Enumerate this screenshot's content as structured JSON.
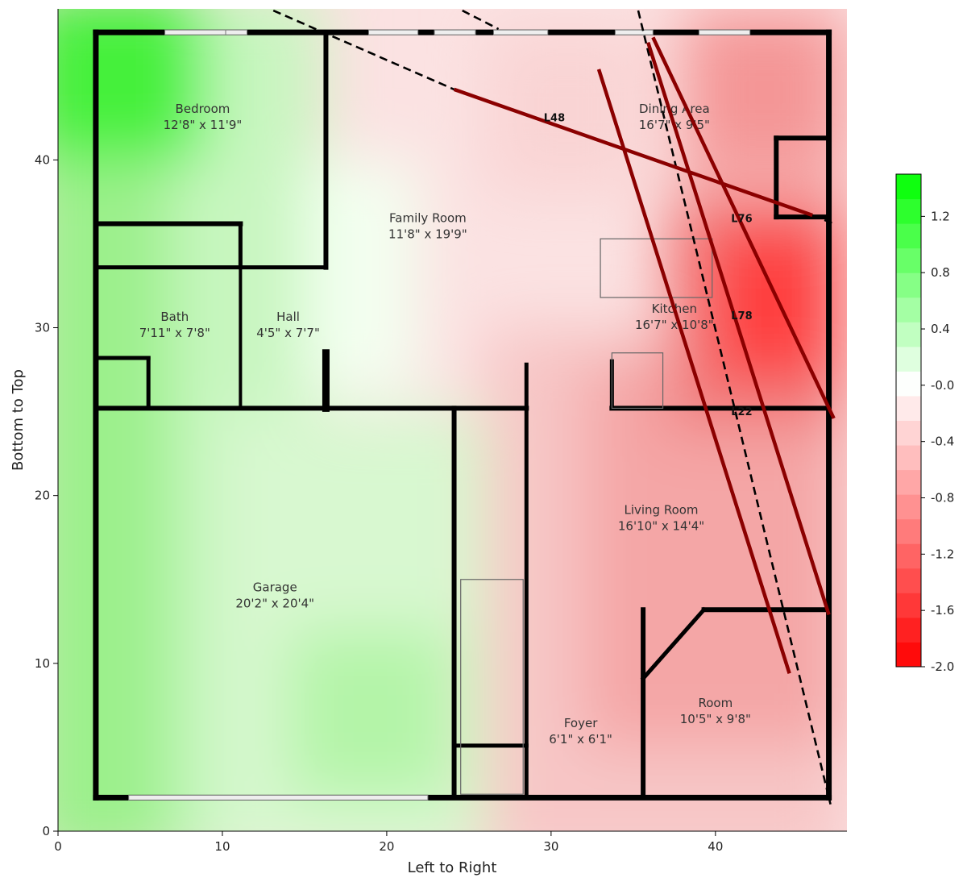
{
  "chart_data": {
    "type": "heatmap",
    "xlabel": "Left to Right",
    "ylabel": "Bottom to Top",
    "xlim": [
      0,
      48
    ],
    "ylim": [
      0,
      49
    ],
    "xticks": [
      0,
      10,
      20,
      30,
      40
    ],
    "yticks": [
      0,
      10,
      20,
      30,
      40
    ],
    "colorbar": {
      "range": [
        -2.0,
        1.5
      ],
      "labels": [
        "1.2",
        "0.8",
        "0.4",
        "-0.0",
        "-0.4",
        "-0.8",
        "-1.2",
        "-1.6",
        "-2.0"
      ],
      "label_values": [
        1.2,
        0.8,
        0.4,
        0.0,
        -0.4,
        -0.8,
        -1.2,
        -1.6,
        -2.0
      ],
      "positive_color": "#00ff00",
      "negative_color": "#ff0000",
      "neutral_color": "#ffffff"
    },
    "rooms": [
      {
        "name": "Bedroom",
        "dims": "12'8\" x 11'9\"",
        "x": 8.8,
        "y": 42.8
      },
      {
        "name": "Family Room",
        "dims": "11'8\" x 19'9\"",
        "x": 22.5,
        "y": 36.3
      },
      {
        "name": "Bath",
        "dims": "7'11\" x 7'8\"",
        "x": 7.1,
        "y": 30.4
      },
      {
        "name": "Hall",
        "dims": "4'5\" x 7'7\"",
        "x": 14.0,
        "y": 30.4
      },
      {
        "name": "Dining Area",
        "dims": "16'7\" x 9'5\"",
        "x": 37.5,
        "y": 42.8
      },
      {
        "name": "Kitchen",
        "dims": "16'7\" x 10'8\"",
        "x": 37.5,
        "y": 30.9
      },
      {
        "name": "Living Room",
        "dims": "16'10\" x 14'4\"",
        "x": 36.7,
        "y": 18.9
      },
      {
        "name": "Garage",
        "dims": "20'2\" x 20'4\"",
        "x": 13.2,
        "y": 14.3
      },
      {
        "name": "Foyer",
        "dims": "6'1\" x 6'1\"",
        "x": 31.8,
        "y": 6.2
      },
      {
        "name": "Room",
        "dims": "10'5\" x 9'8\"",
        "x": 40.0,
        "y": 7.4
      }
    ],
    "lines": [
      {
        "name": "L48",
        "x1": 24.1,
        "y1": 44.2,
        "x2": 45.9,
        "y2": 36.7,
        "label_x": 30.2,
        "label_y": 42.3
      },
      {
        "name": "L76",
        "x1": 36.2,
        "y1": 47.3,
        "x2": 47.2,
        "y2": 24.6,
        "label_x": 41.6,
        "label_y": 36.3
      },
      {
        "name": "L78",
        "x1": 35.9,
        "y1": 47.0,
        "x2": 46.9,
        "y2": 12.9,
        "label_x": 41.6,
        "label_y": 30.5
      },
      {
        "name": "L22",
        "x1": 32.9,
        "y1": 45.4,
        "x2": 44.5,
        "y2": 9.4,
        "label_x": 41.6,
        "label_y": 24.8
      }
    ],
    "dashed_lines": [
      {
        "x1": 13.1,
        "y1": 48.9,
        "x2": 24.1,
        "y2": 44.2
      },
      {
        "x1": 24.6,
        "y1": 48.9,
        "x2": 26.8,
        "y2": 47.8
      },
      {
        "x1": 35.3,
        "y1": 48.9,
        "x2": 47.0,
        "y2": 1.6
      },
      {
        "x1": 45.9,
        "y1": 36.7,
        "x2": 47.2,
        "y2": 36.2
      }
    ]
  }
}
